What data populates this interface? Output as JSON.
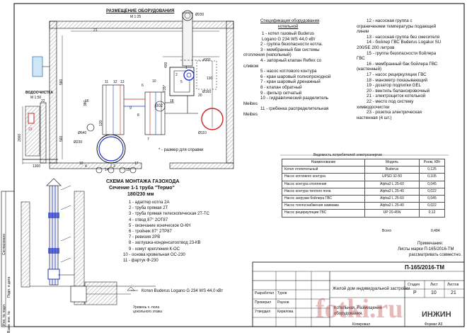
{
  "plan": {
    "title": "РАЗМЕЩЕНИЕ ОБОРУДОВАНИЯ",
    "scale": "М 1:25",
    "dims": {
      "d230": "Ø230",
      "d160": "Ø160",
      "d110": "Ø110",
      "d640": "Ø640",
      "d230b": "Ø230",
      "a470": "470*",
      "a735": "735*",
      "a400": "400",
      "a380": "380",
      "a120": "120",
      "a130": "130",
      "a580": "580",
      "a560": "560",
      "a002": "002"
    },
    "note": "* - размер для справки",
    "numbers": [
      "1",
      "2",
      "3",
      "4",
      "5",
      "6",
      "7",
      "8",
      "9",
      "10",
      "11",
      "12",
      "13",
      "14",
      "15",
      "16",
      "17",
      "18",
      "19",
      "20",
      "21",
      "22",
      "23"
    ]
  },
  "water": {
    "title": "ВОДООЧИСТКА",
    "scale": "М 1:50",
    "dim_w": "1300",
    "dim_h": "2000"
  },
  "spec": {
    "title_line1": "Спецификация оборудования",
    "title_line2": "котельной",
    "col1": [
      "1 - котел газовый Buderus",
      "Logano G 234 WS 44,0 кВт",
      "2 - группа безопасности котла.",
      "3 - мембранный бак системы",
      "отопления (напольный)",
      "4 - запорный клапан Reflex со",
      "сливом",
      "5 - насос котлового контура",
      "6 - кран шаровый полнопроходной",
      "7 - кран шаровый дренажный",
      "8 - клапан обратный",
      "9 - фильтр сетчатый",
      "10 - гидравлический разделитель",
      "Meibes",
      "11 - гребенка распределительная",
      "Meibes"
    ],
    "col2": [
      "12 - насосная группа с",
      "ограничением температуры подающей",
      "линии",
      "13 - насосная группа без смесителя",
      "14 - бойлер ГВС Buderus Logalux SU",
      "200/5E 200 литров",
      "15 - группа безопасности бойлера",
      "ГВС",
      "16 - мембранный бак бойлера ГВС",
      "(настенный)",
      "17 - насос рециркуляции ГВС",
      "18 - манометр показывающий",
      "19 - дозатор подпитки GEL",
      "20 - вентиль балансировочный",
      "21 - электрощиток котельной",
      "22 - место под систему",
      "химводоочистки",
      "23 - розетка электрическая",
      "настенная (4 шт.)"
    ]
  },
  "power": {
    "title": "Ведомость потребителей электроэнергии",
    "headers": [
      "Наименование",
      "Модель",
      "Рном, КВт"
    ],
    "rows": [
      [
        "Котел отопительный",
        "Buderus",
        "0,125"
      ],
      [
        "Насос котлового контура",
        "UPSD 32-50",
        "0,105"
      ],
      [
        "Насос контура отопления",
        "Alpha2 L 25-60",
        "0,045"
      ],
      [
        "Насос контура теплого пола",
        "Alpha2 L 25-40",
        "0,022"
      ],
      [
        "Насос загрузки бойлера ГВС",
        "Alpha2 L 25-60",
        "0,045"
      ],
      [
        "Насос теплоснабжения хаммама",
        "Alpha2 L 25-40",
        "0,022"
      ],
      [
        "Насос рециркуляции ГВС",
        "UP 20-45N",
        "0,12"
      ]
    ],
    "total_label": "Всего",
    "total_value": "0,484"
  },
  "notes": {
    "title": "Примечание:",
    "line1": "Листы марки П-165/2016-ТМ",
    "line2": "рассматривать совместно."
  },
  "flue": {
    "title": "СХЕМА МОНТАЖА ГАЗОХОДА",
    "subtitle": "Сечение 1-1 труба \"Термо\"",
    "size": "180/230 мм",
    "items": [
      "1 - адаптер котла 2А",
      "2 - труба прямая 2Т",
      "3 - труба прямая телескопическая 2Т-ТС",
      "4 - отвод 87° 2ОТ87",
      "5 - окончание коническое О-КН",
      "6 - тройник 87° 2ТР87",
      "7 - ревизия 2РВ",
      "8 - заглушка-конденсатоотвод 23-КВ",
      "9 - хомут крепления К-ОС",
      "10 - основа кровельная ОС-230",
      "11 - фартук Ф-230"
    ],
    "boiler_label": "Котел Buderus Logano G 234 WS 44,0 кВт",
    "floor_label1": "Уровень ч. пола",
    "floor_label2": "цокольного этажа"
  },
  "stamp": {
    "code": "П-165/2016-ТМ",
    "rows": [
      [
        "Разработал",
        "Туров"
      ],
      [
        "Проверил",
        "Раунов"
      ],
      [
        "Утвердил",
        "Кирилова"
      ]
    ],
    "object": "Жилой дом индивидуальной застройки",
    "sheet_title1": "Котельная. Размещение",
    "sheet_title2": "оборудования.",
    "stage_label": "Стадия",
    "stage": "Р",
    "sheet_label": "Лист",
    "sheet": "10",
    "sheets_label": "Листов",
    "sheets": "21",
    "copy": "Копировал",
    "format": "Формат А3",
    "org": "ИНЖИН"
  },
  "side": {
    "s1": "Согласовано",
    "s2": "Инв. № подл.",
    "s3": "Подп. и дата",
    "s4": "Взам. инв. №"
  },
  "watermark": "fotki.ru",
  "colors": {
    "pipe_red": "#cc2222",
    "pipe_blue": "#2233cc",
    "hatch": "#999999",
    "watermark": "#c23a3a"
  }
}
